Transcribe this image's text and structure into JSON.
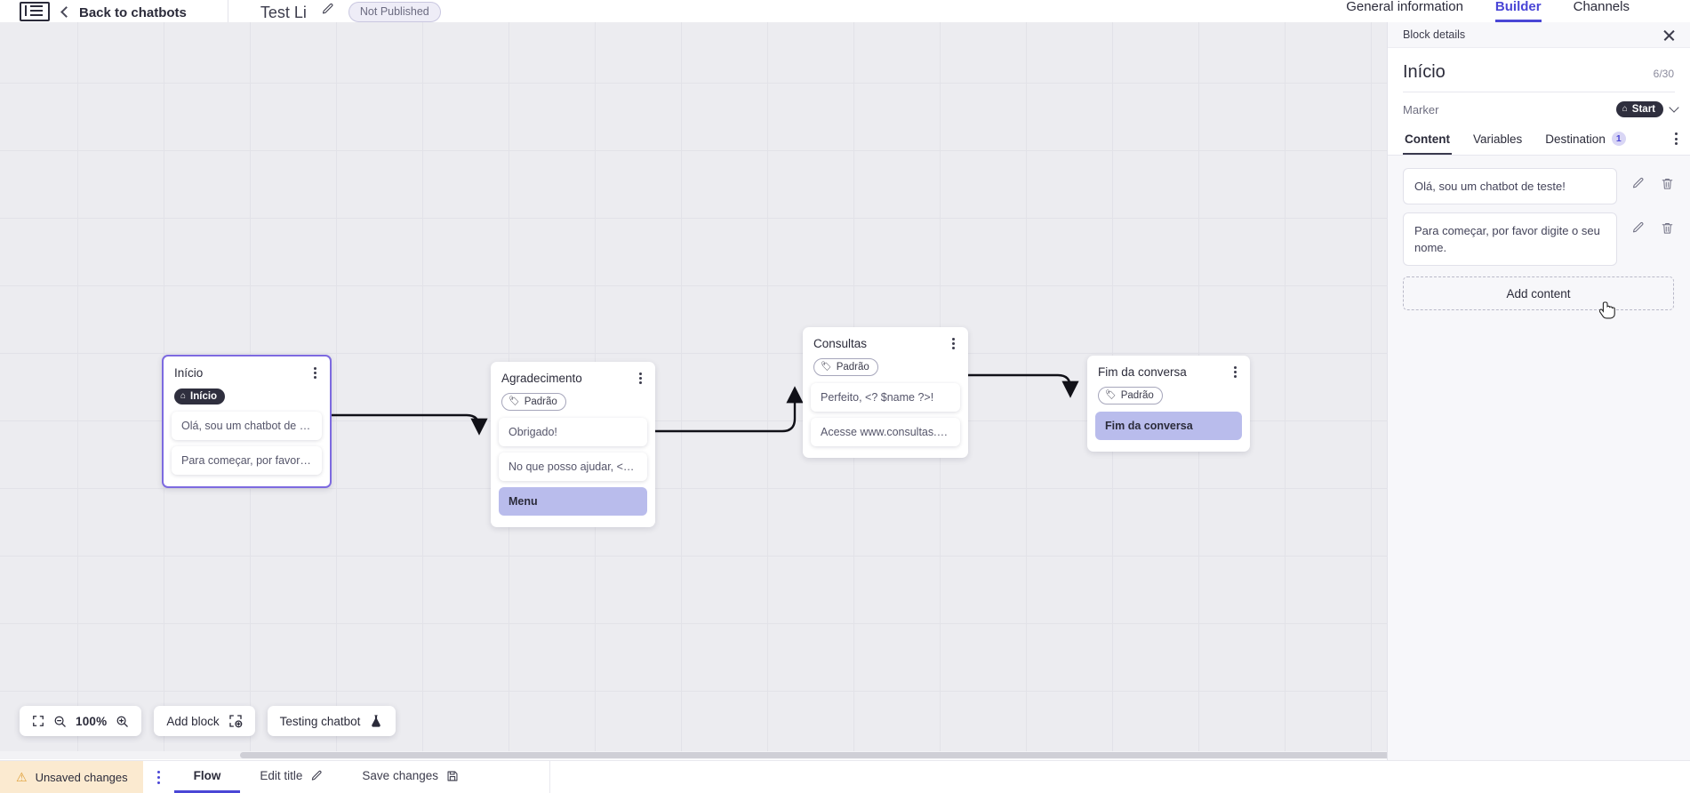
{
  "header": {
    "logo_icon": "app-logo-icon",
    "back_label": "Back to chatbots",
    "bot_title": "Test Li",
    "edit_title_icon": "pencil-icon",
    "status_badge": "Not Published",
    "tabs": [
      {
        "label": "General information",
        "active": false
      },
      {
        "label": "Builder",
        "active": true
      },
      {
        "label": "Channels",
        "active": false
      }
    ]
  },
  "canvas": {
    "zoom_level": "100%",
    "fit_icon": "fit-to-screen-icon",
    "zoom_out_icon": "zoom-out-icon",
    "zoom_in_icon": "zoom-in-icon",
    "add_block_label": "Add block",
    "add_block_icon": "add-block-icon",
    "testing_label": "Testing chatbot",
    "testing_icon": "flask-icon",
    "blocks": [
      {
        "id": "inicio",
        "title": "Início",
        "badge": {
          "label": "Início",
          "type": "start",
          "icon": "home-icon"
        },
        "messages": [
          {
            "text": "Olá, sou um chatbot de teste!",
            "highlight": false
          },
          {
            "text": "Para começar, por favor digite o ...",
            "highlight": false
          }
        ]
      },
      {
        "id": "agradecimento",
        "title": "Agradecimento",
        "badge": {
          "label": "Padrão",
          "type": "default",
          "icon": "tag-icon"
        },
        "messages": [
          {
            "text": "Obrigado!",
            "highlight": false
          },
          {
            "text": "No que posso ajudar, <? $name ...",
            "highlight": false
          },
          {
            "text": "Menu",
            "highlight": true
          }
        ]
      },
      {
        "id": "consultas",
        "title": "Consultas",
        "badge": {
          "label": "Padrão",
          "type": "default",
          "icon": "tag-icon"
        },
        "messages": [
          {
            "text": "Perfeito, <? $name ?>!",
            "highlight": false
          },
          {
            "text": "Acesse www.consultas.com par...",
            "highlight": false
          }
        ]
      },
      {
        "id": "fim",
        "title": "Fim da conversa",
        "badge": {
          "label": "Padrão",
          "type": "default",
          "icon": "tag-icon"
        },
        "messages": [
          {
            "text": "Fim da conversa",
            "highlight": true
          }
        ]
      }
    ]
  },
  "panel": {
    "bar_label": "Block details",
    "close_icon": "close-icon",
    "block_name": "Início",
    "char_counter": "6/30",
    "marker_label": "Marker",
    "marker_value": "Start",
    "marker_icon": "home-icon",
    "marker_chevron_icon": "chevron-down-icon",
    "tabs": [
      {
        "label": "Content",
        "active": true,
        "count": null
      },
      {
        "label": "Variables",
        "active": false,
        "count": null
      },
      {
        "label": "Destination",
        "active": false,
        "count": "1"
      }
    ],
    "overflow_icon": "more-vertical-icon",
    "content_items": [
      {
        "text": "Olá, sou um chatbot de teste!",
        "edit_icon": "pencil-icon",
        "delete_icon": "trash-icon"
      },
      {
        "text": "Para começar, por favor digite o seu nome.",
        "edit_icon": "pencil-icon",
        "delete_icon": "trash-icon"
      }
    ],
    "add_content_label": "Add content"
  },
  "bottom_bar": {
    "unsaved_label": "Unsaved changes",
    "warning_icon": "warning-triangle-icon",
    "kebab_icon": "more-vertical-icon",
    "flow_label": "Flow",
    "edit_title_label": "Edit title",
    "edit_title_icon": "pencil-icon",
    "save_label": "Save changes",
    "save_icon": "floppy-disk-icon"
  },
  "colors": {
    "accent": "#4a46d6",
    "selected_block_border": "#7d6ae0",
    "highlight_msg": "#b9bcec",
    "unsaved_bg": "#fbead0",
    "canvas_bg": "#ececf0"
  }
}
